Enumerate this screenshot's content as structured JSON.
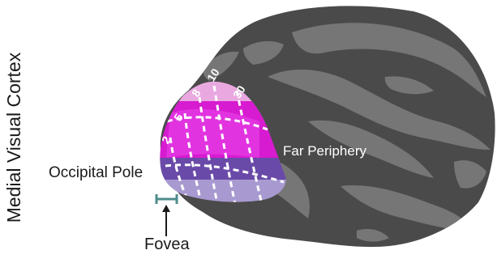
{
  "title": "Medial Visual Cortex",
  "labels": {
    "occipital_pole": "Occipital Pole",
    "far_periphery": "Far Periphery",
    "fovea": "Fovea"
  },
  "eccentricities": [
    "2",
    "5",
    "8",
    "10",
    "30"
  ],
  "colors": {
    "brain_dark": "#4a4a4a",
    "brain_light": "#767676",
    "magenta": "#d61bd0",
    "pink": "#e07ad9",
    "purple": "#6a4aa8",
    "lavender": "#a89ad0",
    "fovea_marker": "#4e8c8c"
  }
}
